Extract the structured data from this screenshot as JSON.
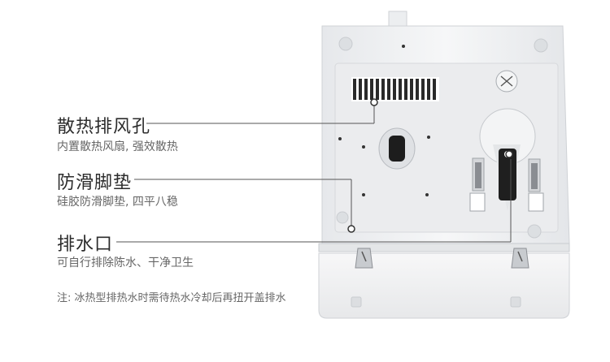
{
  "callouts": [
    {
      "title": "散热排风孔",
      "subtitle": "内置散热风扇, 强效散热"
    },
    {
      "title": "防滑脚垫",
      "subtitle": "硅胶防滑脚垫, 四平八稳"
    },
    {
      "title": "排水口",
      "subtitle": "可自行排除陈水、干净卫生"
    }
  ],
  "note": "注: 冰热型排热水时需待热水冷却后再扭开盖排水",
  "colors": {
    "device_body": "#f1f2f4",
    "panel": "#e9eaec",
    "outline": "#cfd2d6",
    "vent": "#2a2a2a",
    "leader_line": "#555555"
  }
}
